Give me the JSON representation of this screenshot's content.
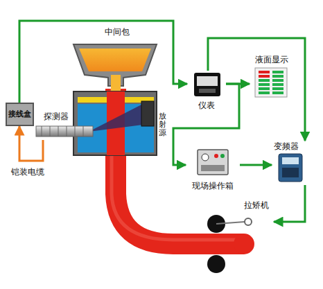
{
  "diagram": {
    "nodes": [
      {
        "text": [
          "接线盒"
        ]
      },
      {
        "text": [
          "探测器"
        ]
      },
      {
        "text": [
          "仪表"
        ]
      },
      {
        "text": [
          "液面显示"
        ]
      },
      {
        "text": [
          "现场操作箱"
        ]
      },
      {
        "text": [
          "变频器"
        ]
      },
      {
        "text": [
          "拉矫机"
        ]
      }
    ],
    "edges": [
      {
        "from": 1,
        "to": 0,
        "arrow": "to"
      },
      {
        "from": 0,
        "to": 2,
        "arrow": "to"
      },
      {
        "from": 2,
        "to": 3,
        "arrow": "to"
      },
      {
        "from": 2,
        "to": 5,
        "arrow": "to"
      },
      {
        "from": 2,
        "to": 4,
        "arrow": "to"
      },
      {
        "from": 4,
        "to": 5,
        "arrow": "to"
      },
      {
        "from": 5,
        "to": 6,
        "arrow": "to"
      }
    ],
    "labels": [
      "中间包",
      "放射源",
      "铠装电缆"
    ]
  }
}
